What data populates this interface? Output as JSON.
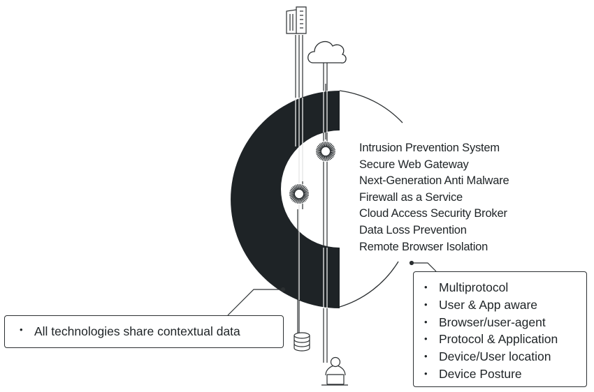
{
  "diagram": {
    "icons": [
      "building-icon",
      "cloud-icon",
      "database-icon",
      "user-laptop-icon"
    ],
    "services": [
      "Intrusion Prevention System",
      "Secure Web Gateway",
      "Next-Generation Anti Malware",
      "Firewall as a Service",
      "Cloud Access Security Broker",
      "Data Loss Prevention",
      "Remote Browser Isolation"
    ],
    "left_callout": {
      "items": [
        "All technologies share contextual data"
      ]
    },
    "right_callout": {
      "items": [
        "Multiprotocol",
        "User & App aware",
        "Browser/user-agent",
        "Protocol & Application",
        "Device/User location",
        "Device Posture"
      ]
    }
  },
  "colors": {
    "ring": "#1e2326",
    "line": "#2b2f31",
    "background": "#ffffff"
  }
}
